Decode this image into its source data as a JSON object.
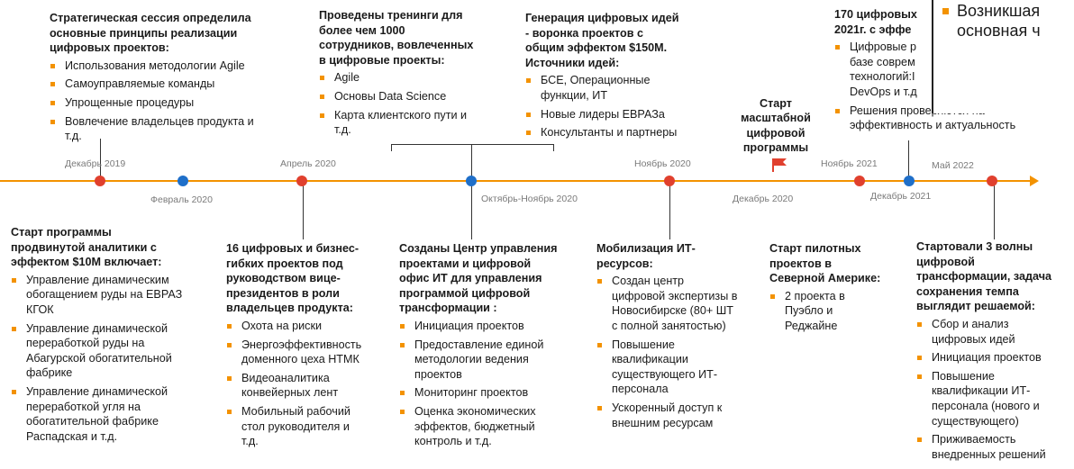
{
  "colors": {
    "accent": "#f39200",
    "red": "#e0402e",
    "blue": "#1f6fc9",
    "text": "#1a1a1a",
    "date": "#7a7a7a"
  },
  "timeline": {
    "dates": {
      "dec2019": "Декабрь 2019",
      "feb2020": "Февраль 2020",
      "apr2020": "Апрель 2020",
      "octnov2020": "Октябрь-Ноябрь 2020",
      "nov2020": "Ноябрь 2020",
      "dec2020": "Декабрь 2020",
      "nov2021": "Ноябрь 2021",
      "dec2021": "Декабрь 2021",
      "may2022": "Май 2022"
    },
    "milestone": {
      "text": "Старт\nмасштабной\nцифровой\nпрограммы",
      "icon": "flag-icon"
    }
  },
  "top": {
    "b1": {
      "heading": "Стратегическая сессия определила\nосновные принципы реализации\nцифровых проектов:",
      "items": [
        "Использования методологии Agile",
        "Самоуправляемые команды",
        "Упрощенные процедуры",
        "Вовлечение владельцев продукта и\nт.д."
      ]
    },
    "b2": {
      "heading": "Проведены тренинги для\nболее чем 1000\nсотрудников, вовлеченных\nв цифровые проекты:",
      "items": [
        "Agile",
        "Основы Data Science",
        "Карта клиентского пути и\nт.д."
      ]
    },
    "b3": {
      "heading": "Генерация цифровых идей\n-  воронка проектов с\nобщим эффектом $150M.\nИсточники идей:",
      "items": [
        "БСЕ, Операционные\nфункции, ИТ",
        "Новые лидеры ЕВРАЗа",
        "Консультанты и партнеры"
      ]
    },
    "b4": {
      "heading": "170 цифровых\n2021г. с эффе",
      "items": [
        "Цифровые р\nбазе соврем\nтехнологий:I\nDevOps и т.д",
        "Решения проверяются на\nэффективность и актуальность"
      ]
    }
  },
  "overlay": {
    "text": "Возникшая\nосновная ч"
  },
  "bottom": {
    "b5": {
      "heading": "Старт программы\nпродвинутой аналитики с\nэффектом $10M включает:",
      "items": [
        "Управление динамическим\nобогащением руды на ЕВРАЗ\nКГОК",
        "Управление динамической\nпереработкой руды на\nАбагурской обогатительной\nфабрике",
        "Управление динамической\nпереработкой угля на\nобогатительной фабрике\nРаспадская и т.д."
      ]
    },
    "b6": {
      "heading": "16 цифровых и бизнес-\nгибких  проектов под\nруководством вице-\nпрезидентов в роли\nвладельцев продукта:",
      "items": [
        "Охота на риски",
        "Энергоэффективность\nдоменного цеха НТМК",
        "Видеоаналитика\nконвейерных лент",
        "Мобильный рабочий\nстол руководителя и\nт.д."
      ]
    },
    "b7": {
      "heading": "Созданы Центр управления\nпроектами и цифровой\nофис ИТ для управления\nпрограммой цифровой\nтрансформации :",
      "items": [
        "Инициация проектов",
        "Предоставление единой\nметодологии ведения\nпроектов",
        "Мониторинг проектов",
        "Оценка экономических\nэффектов, бюджетный\nконтроль и т.д."
      ]
    },
    "b8": {
      "heading": "Мобилизация ИТ-\nресурсов:",
      "items": [
        "Создан центр\nцифровой экспертизы в\nНовосибирске (80+ ШТ\nс полной занятостью)",
        "Повышение\nквалификации\nсуществующего ИТ-\nперсонала",
        "Ускоренный доступ к\nвнешним ресурсам"
      ]
    },
    "b9": {
      "heading": "Старт пилотных\nпроектов в\nСеверной Америке:",
      "items": [
        "2 проекта в\nПуэбло и\nРеджайне"
      ]
    },
    "b10": {
      "heading": "Стартовали 3 волны\nцифровой\nтрансформации, задача\nсохранения темпа\nвыглядит решаемой:",
      "items": [
        "Сбор и анализ\nцифровых идей",
        "Инициация проектов",
        "Повышение\nквалификации ИТ-\nперсонала (нового и\nсуществующего)",
        "Приживаемость\nвнедренных решений"
      ]
    }
  }
}
